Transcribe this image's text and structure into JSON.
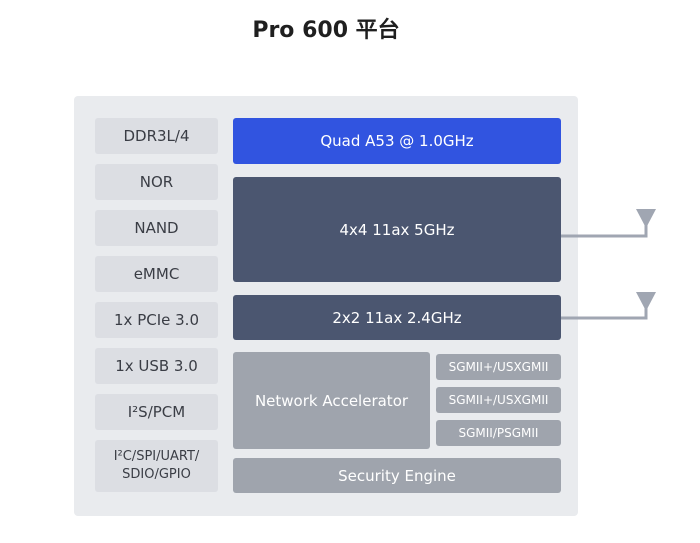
{
  "title": "Pro 600 平台",
  "left_interfaces": [
    {
      "label": "DDR3L/4"
    },
    {
      "label": "NOR"
    },
    {
      "label": "NAND"
    },
    {
      "label": "eMMC"
    },
    {
      "label": "1x PCIe 3.0"
    },
    {
      "label": "1x USB 3.0"
    },
    {
      "label": "I²S/PCM"
    },
    {
      "line1": "I²C/SPI/UART/",
      "line2": "SDIO/GPIO"
    }
  ],
  "cpu": "Quad A53 @ 1.0GHz",
  "wifi_5g": "4x4 11ax 5GHz",
  "wifi_24g": "2x2 11ax 2.4GHz",
  "network_accelerator": "Network Accelerator",
  "sgmii": [
    "SGMII+/USXGMII",
    "SGMII+/USXGMII",
    "SGMII/PSGMII"
  ],
  "security_engine": "Security Engine",
  "colors": {
    "cpu_block": "#3154e0",
    "radio_block": "#4b5670",
    "engine_block": "#9fa4ad",
    "interface_block": "#dcdee3",
    "panel": "#e9ebee"
  }
}
